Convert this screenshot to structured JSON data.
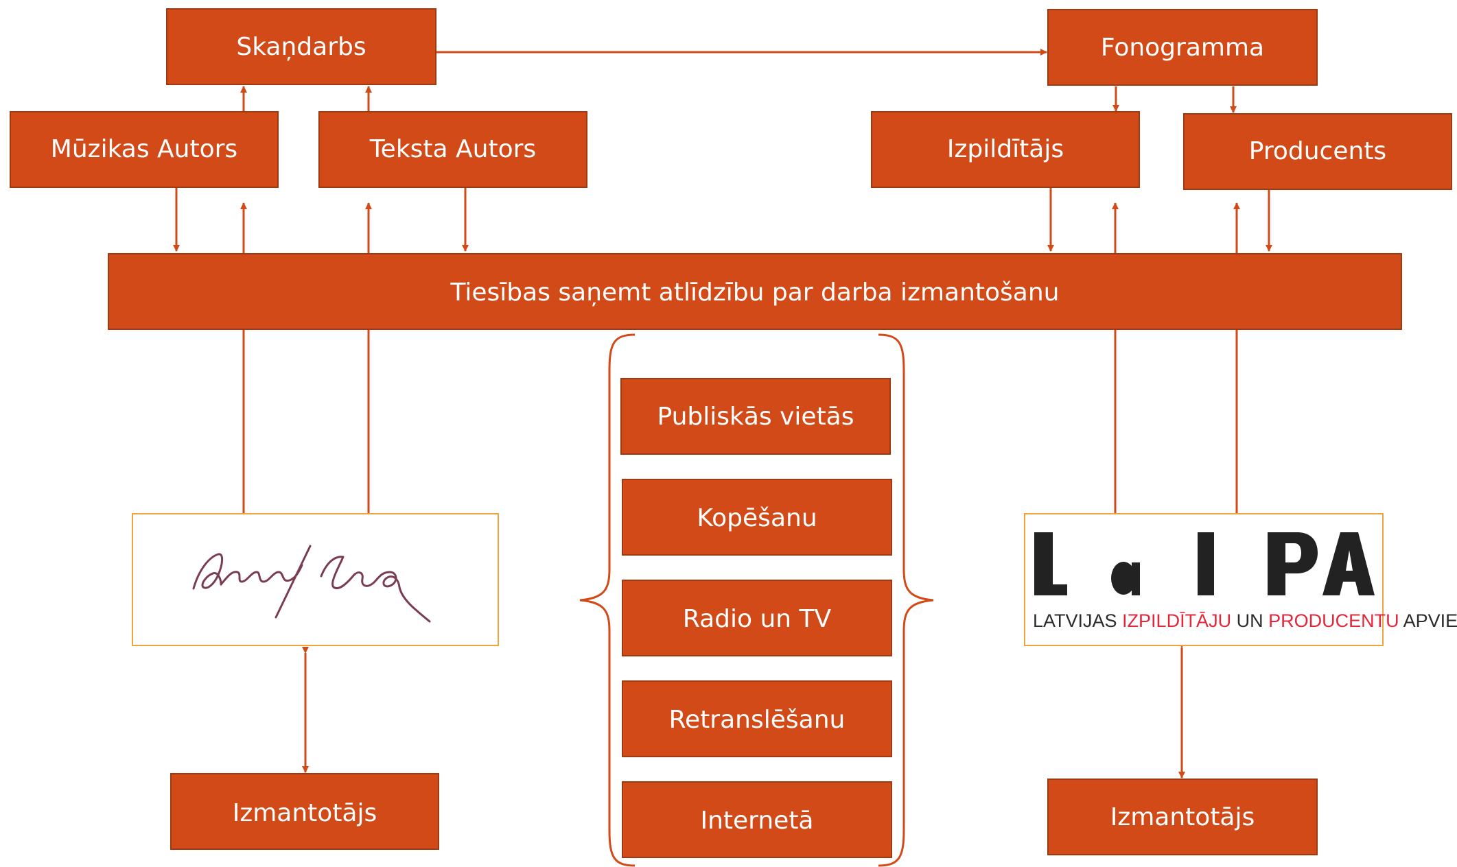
{
  "nodes": {
    "skandarbs": "Skaņdarbs",
    "fonogramma": "Fonogramma",
    "muzikas_autors": "Mūzikas Autors",
    "teksta_autors": "Teksta Autors",
    "izpilditajs": "Izpildītājs",
    "producents": "Producents",
    "tiesibas": "Tiesības saņemt atlīdzību par darba izmantošanu",
    "izmantotajs_left": "Izmantotājs",
    "izmantotajs_right": "Izmantotājs"
  },
  "usage_types": [
    "Publiskās vietās",
    "Kopēšanu",
    "Radio un TV",
    "Retranslēšanu",
    "Internetā"
  ],
  "laipa_logo": {
    "letters": "L a I P A",
    "subtitle_parts": [
      {
        "text": "LATVIJAS ",
        "color": "#2b2b2b"
      },
      {
        "text": "IZPILDĪTĀJU",
        "color": "#e3263b"
      },
      {
        "text": " UN ",
        "color": "#2b2b2b"
      },
      {
        "text": "PRODUCENTU",
        "color": "#e3263b"
      },
      {
        "text": " APVIENĪBA",
        "color": "#2b2b2b"
      }
    ]
  },
  "akka_laa_logo": {
    "signature": "Akka/Laa"
  },
  "colors": {
    "box_fill": "#d14a17",
    "box_text": "#ffffff",
    "logo_frame": "#f0a33a",
    "accent_red": "#e3263b"
  }
}
